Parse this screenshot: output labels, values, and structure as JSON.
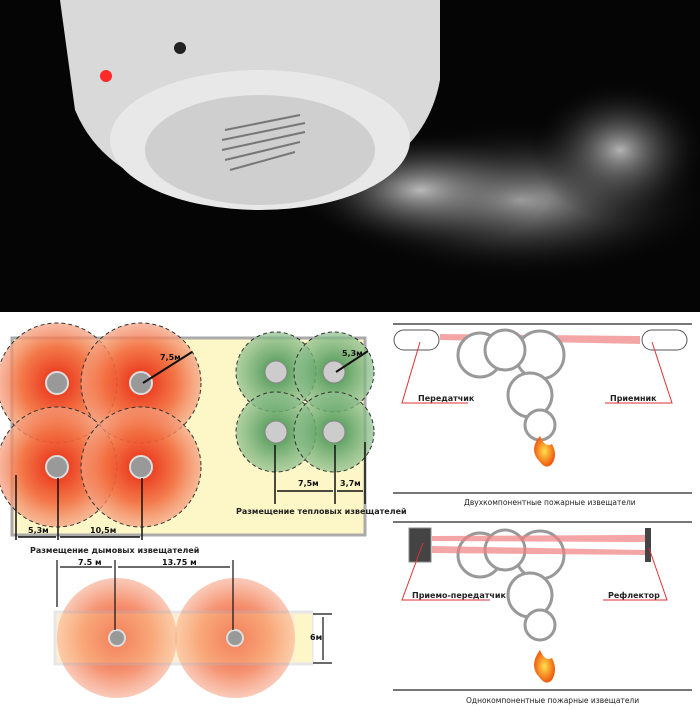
{
  "photo": {
    "icon": "smoke-detector-photo"
  },
  "smoke_layout": {
    "caption": "Размещение дымовых извещателей",
    "radius": "7,5м",
    "wall_distance": "5,3м",
    "spacing": "10,5м"
  },
  "heat_layout": {
    "caption": "Размещение тепловых извещателей",
    "radius": "5,3м",
    "spacing": "7,5м",
    "wall_distance": "3,7м"
  },
  "corridor_layout": {
    "wall_distance": "7.5 м",
    "spacing": "13.75 м",
    "width": "6м"
  },
  "two_component": {
    "caption": "Двухкомпонентные пожарные извещатели",
    "transmitter": "Передатчик",
    "receiver": "Приемник"
  },
  "one_component": {
    "caption": "Однокомпонентные пожарные извещатели",
    "transceiver": "Приемо-передатчик",
    "reflector": "Рефлектор"
  },
  "colors": {
    "red": "#e8401f",
    "green": "#6aab6a",
    "yellow": "#fdf7c8",
    "beam": "#f08080"
  }
}
